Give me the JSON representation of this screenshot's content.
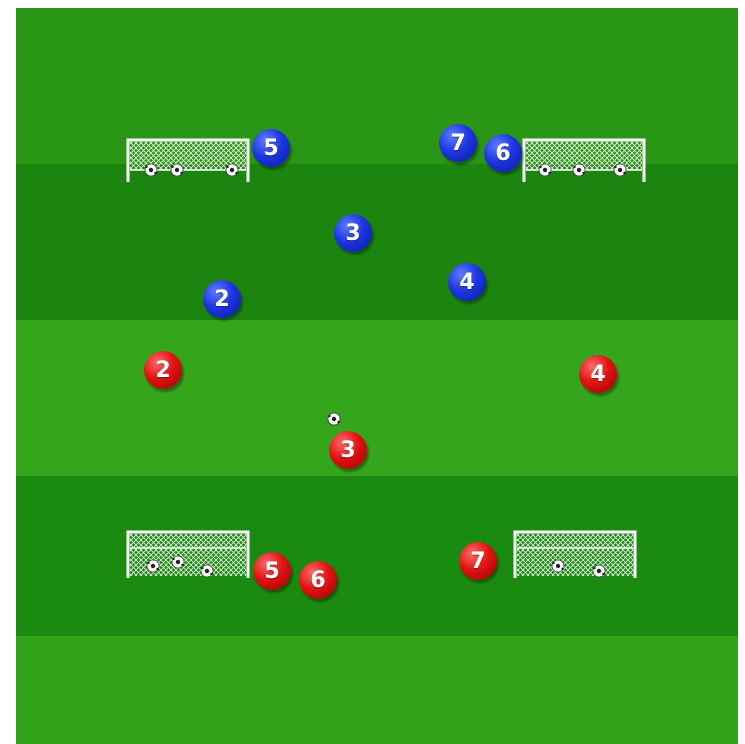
{
  "colors": {
    "stripe_light": "#2f9e19",
    "stripe_dark": "#1e8a10",
    "blue_team": "#1d36e0",
    "red_team": "#e11313",
    "goal_frame": "#ffffff"
  },
  "blue_players": [
    "5",
    "7",
    "6",
    "3",
    "4",
    "2"
  ],
  "red_players": [
    "2",
    "4",
    "3",
    "5",
    "6",
    "7"
  ],
  "icons": {
    "goal": "goal-net-icon",
    "ball": "soccer-ball-icon"
  }
}
